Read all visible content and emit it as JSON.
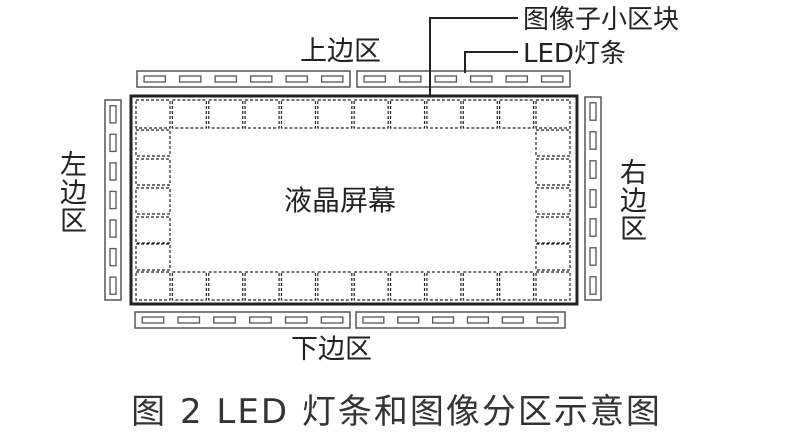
{
  "labels": {
    "top_zone": "上边区",
    "bottom_zone": "下边区",
    "left_zone": "左边区",
    "right_zone": "右边区",
    "screen": "液晶屏幕",
    "callout_block": "图像子小区块",
    "callout_led": "LED灯条"
  },
  "caption": "图 2   LED 灯条和图像分区示意图",
  "colors": {
    "line": "#222222",
    "strip": "#555555"
  }
}
